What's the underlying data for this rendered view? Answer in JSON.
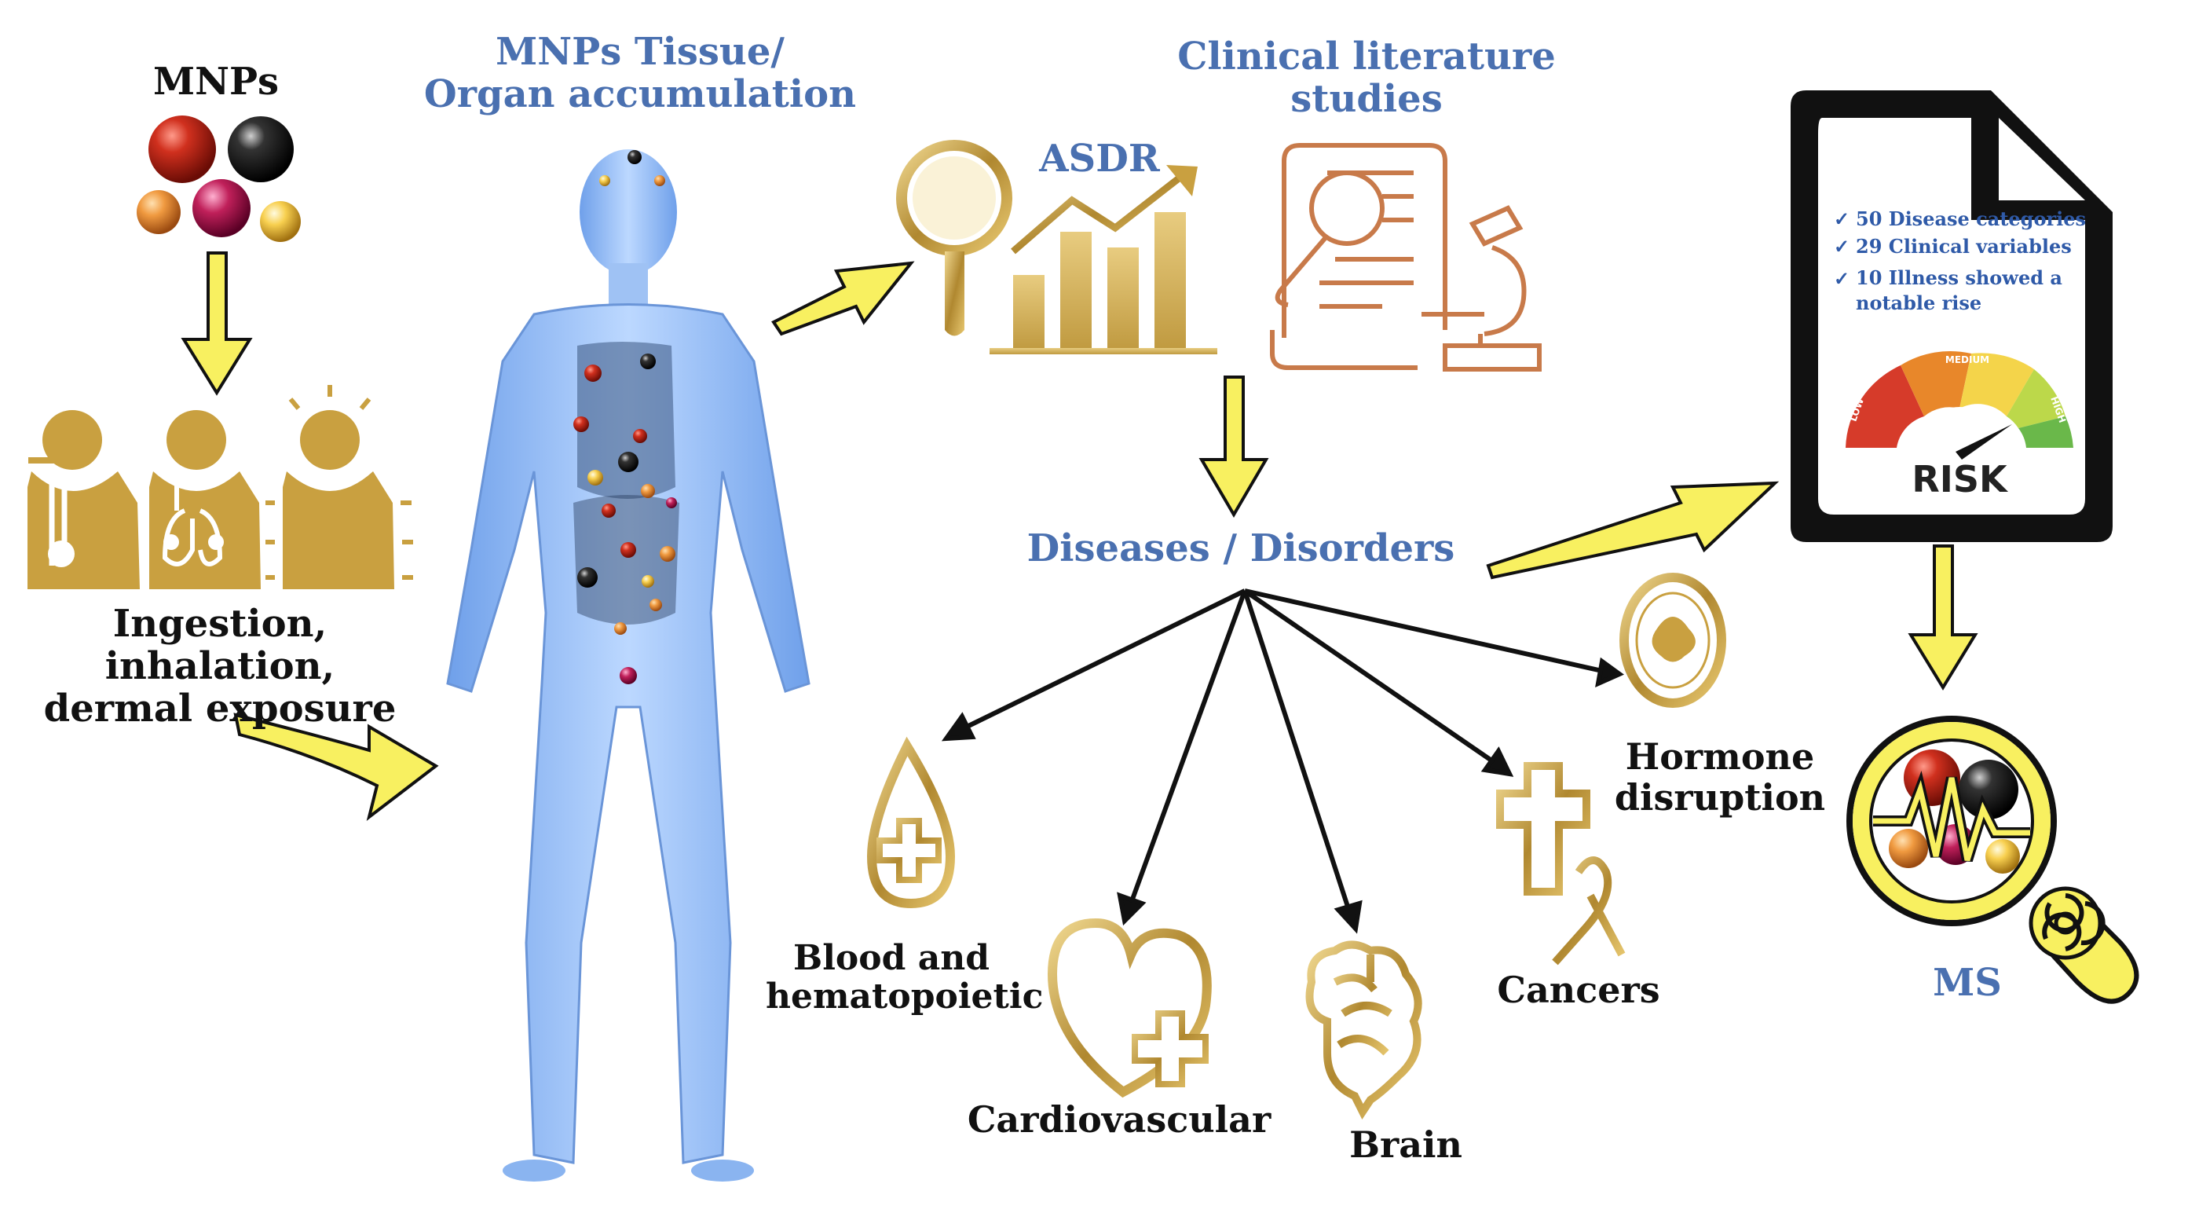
{
  "labels": {
    "mnps": "MNPs",
    "tissue_accumulation": "MNPs Tissue/\nOrgan accumulation",
    "exposure": "Ingestion, inhalation,\ndermal exposure",
    "asdr": "ASDR",
    "clinical_literature": "Clinical literature\nstudies",
    "diseases": "Diseases / Disorders",
    "ms": "MS"
  },
  "disease_categories": [
    "Blood and\nhematopoietic",
    "Cardiovascular",
    "Brain",
    "Cancers",
    "Hormone\ndisruption"
  ],
  "risk_card": {
    "items": [
      {
        "check": "✓",
        "text": "50 Disease categories"
      },
      {
        "check": "✓",
        "text": "29 Clinical variables"
      },
      {
        "check": "✓",
        "text": "10 Illness showed a\nnotable rise"
      }
    ],
    "gauge_labels": [
      "LOW",
      "MEDIUM",
      "HIGH"
    ],
    "risk_label": "RISK"
  },
  "colors": {
    "title_blue": "#4a70b0",
    "arrow_yellow": "#f8f060",
    "gold": "#c8a040",
    "icon_orange": "#c87a4a",
    "body_blue": "#8ab4f0"
  },
  "icons": [
    "mnp-particles-icon",
    "ingestion-icon",
    "inhalation-icon",
    "dermal-icon",
    "human-body-icon",
    "magnifier-chart-icon",
    "literature-microscope-icon",
    "blood-drop-icon",
    "heart-icon",
    "brain-icon",
    "cancer-ribbon-icon",
    "hormone-ring-icon",
    "risk-document-icon",
    "ms-magnifier-icon"
  ]
}
